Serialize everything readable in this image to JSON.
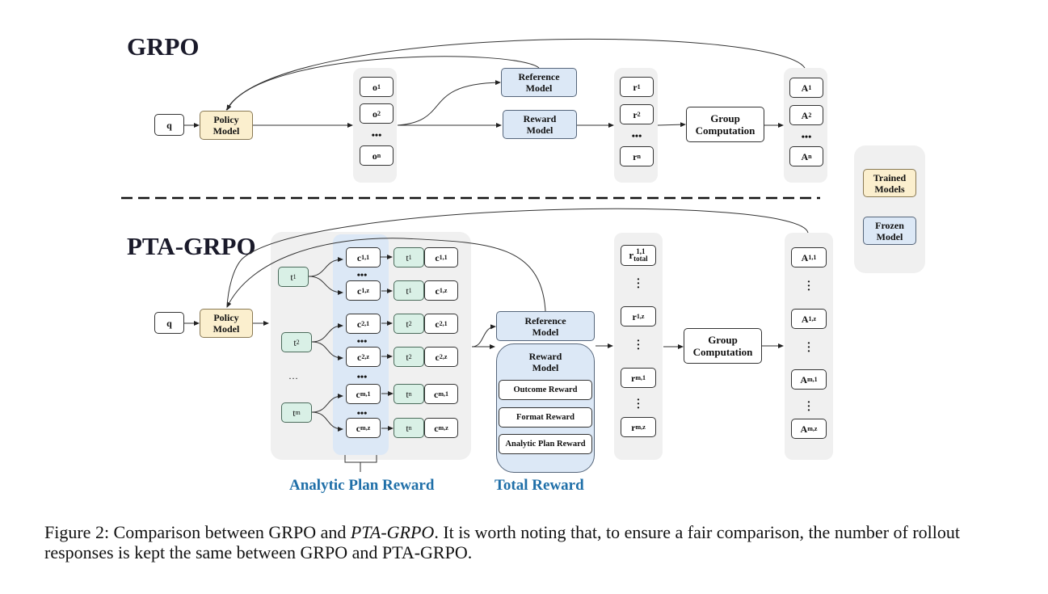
{
  "grpo": {
    "title": "GRPO",
    "q": "q",
    "policy_model": [
      "Policy",
      "Model"
    ],
    "outputs": [
      "o",
      "o",
      "o"
    ],
    "output_subs": [
      "1",
      "2",
      "n"
    ],
    "reference_model": [
      "Reference",
      "Model"
    ],
    "reward_model": [
      "Reward",
      "Model"
    ],
    "rewards": [
      "r",
      "r",
      "r"
    ],
    "reward_subs": [
      "1",
      "2",
      "n"
    ],
    "group_computation": [
      "Group",
      "Computation"
    ],
    "advantages": [
      "A",
      "A",
      "A"
    ],
    "advantage_subs": [
      "1",
      "2",
      "n"
    ],
    "ellipsis": "•••"
  },
  "legend": {
    "trained": [
      "Trained",
      "Models"
    ],
    "frozen": [
      "Frozen",
      "Model"
    ]
  },
  "pta": {
    "title": "PTA-GRPO",
    "q": "q",
    "policy_model": [
      "Policy",
      "Model"
    ],
    "plans": [
      {
        "t": "t",
        "sub": "1"
      },
      {
        "t": "t",
        "sub": "2"
      },
      {
        "t": "t",
        "sub": "m"
      }
    ],
    "plan_ellipsis": "…",
    "cots": [
      {
        "c": "c",
        "sub": "1,1",
        "t_sub": "1"
      },
      {
        "c": "c",
        "sub": "1,z",
        "t_sub": "1"
      },
      {
        "c": "c",
        "sub": "2,1",
        "t_sub": "2"
      },
      {
        "c": "c",
        "sub": "2,z",
        "t_sub": "2"
      },
      {
        "c": "c",
        "sub": "m,1",
        "t_sub": "n"
      },
      {
        "c": "c",
        "sub": "m,z",
        "t_sub": "n"
      }
    ],
    "ellipsis": "•••",
    "reference_model": [
      "Reference",
      "Model"
    ],
    "reward_model": [
      "Reward",
      "Model"
    ],
    "reward_items": [
      "Outcome Reward",
      "Format Reward",
      "Analytic Plan Reward"
    ],
    "rewards": [
      {
        "base": "r",
        "sup": "1,1",
        "sub": "total"
      },
      {
        "base": "r",
        "sup": "1,z"
      },
      {
        "base": "r",
        "sup": "m,1"
      },
      {
        "base": "r",
        "sup": "m,z"
      }
    ],
    "group_computation": [
      "Group",
      "Computation"
    ],
    "advantages": [
      {
        "base": "A",
        "sub": "1,1"
      },
      {
        "base": "A",
        "sub": "1,z"
      },
      {
        "base": "A",
        "sub": "m,1"
      },
      {
        "base": "A",
        "sup": "m,z"
      }
    ],
    "analytic_plan_label": "Analytic Plan Reward",
    "total_reward_label": "Total Reward"
  },
  "caption": {
    "prefix": "Figure 2: Comparison between GRPO and ",
    "italic": "PTA-GRPO",
    "suffix": ". It is worth noting that, to ensure a fair comparison, the number of rollout responses is kept the same between GRPO and PTA-GRPO."
  },
  "colors": {
    "trained": "#fbefce",
    "frozen": "#dce8f6",
    "think": "#d9f0e6",
    "panel": "#f0f0f0",
    "label_blue": "#1f6fa8"
  }
}
